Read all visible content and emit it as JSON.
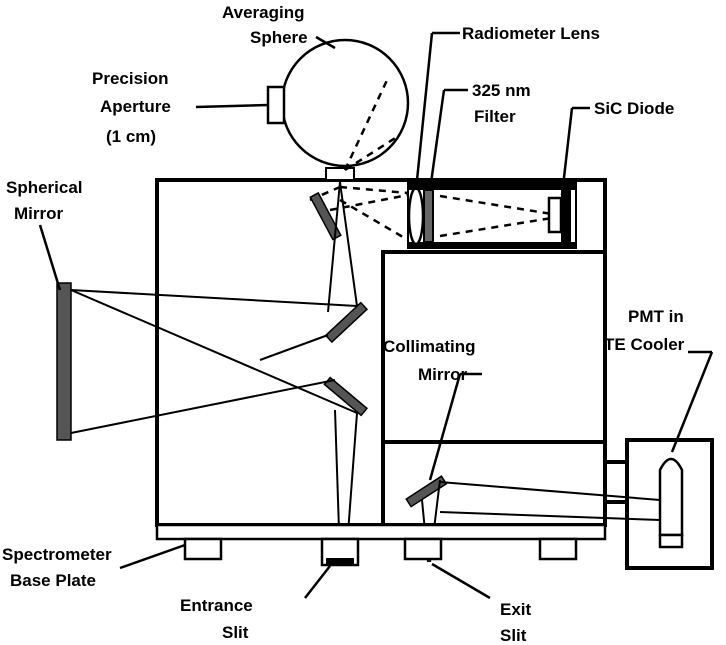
{
  "labels": {
    "averaging_sphere_1": "Averaging",
    "averaging_sphere_2": "Sphere",
    "radiometer_lens": "Radiometer Lens",
    "precision_aperture_1": "Precision",
    "precision_aperture_2": "Aperture",
    "precision_aperture_3": "(1 cm)",
    "filter_1": "325 nm",
    "filter_2": "Filter",
    "sic_diode": "SiC Diode",
    "spherical_mirror_1": "Spherical",
    "spherical_mirror_2": "Mirror",
    "pmt_1": "PMT in",
    "pmt_2": "TE Cooler",
    "collimating_mirror_1": "Collimating",
    "collimating_mirror_2": "Mirror",
    "base_plate_1": "Spectrometer",
    "base_plate_2": "Base Plate",
    "entrance_slit_1": "Entrance",
    "entrance_slit_2": "Slit",
    "exit_slit_1": "Exit",
    "exit_slit_2": "Slit"
  }
}
